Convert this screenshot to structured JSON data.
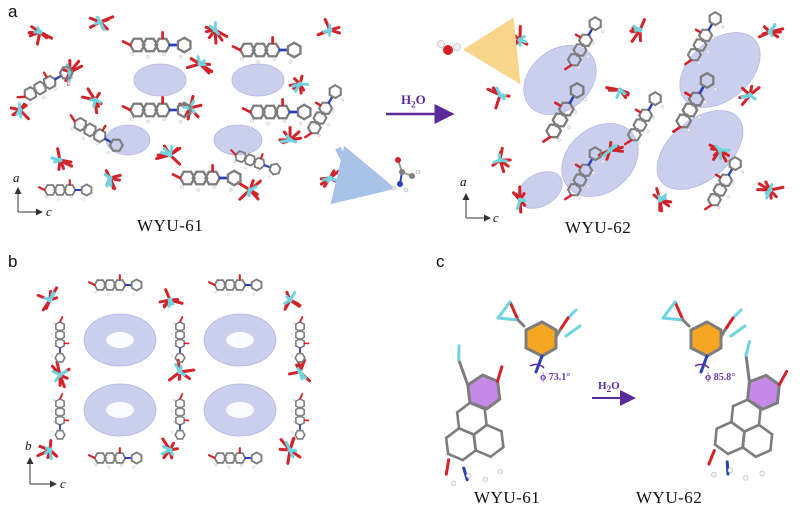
{
  "panels": {
    "a": {
      "letter": "a",
      "left_caption": "WYU-61",
      "right_caption": "WYU-62",
      "reaction_label_main": "H",
      "reaction_label_sub": "2",
      "reaction_label_tail": "O",
      "axes": {
        "vertical": "a",
        "horizontal": "c"
      }
    },
    "b": {
      "letter": "b",
      "axes": {
        "vertical": "b",
        "horizontal": "c"
      }
    },
    "c": {
      "letter": "c",
      "left_caption": "WYU-61",
      "right_caption": "WYU-62",
      "left_angle": "ϕ 73.1°",
      "right_angle": "ϕ 85.8°",
      "reaction_label_main": "H",
      "reaction_label_sub": "2",
      "reaction_label_tail": "O"
    }
  },
  "colors": {
    "pore": "#b9bfe8",
    "metal": "#6fd3e0",
    "oxygen": "#d2222a",
    "nitrogen": "#2a3fb8",
    "carbon": "#7d7d7d",
    "arrow": "#5b2a9a",
    "phenyl": "#f5a623",
    "naphth": "#c58ae6"
  }
}
